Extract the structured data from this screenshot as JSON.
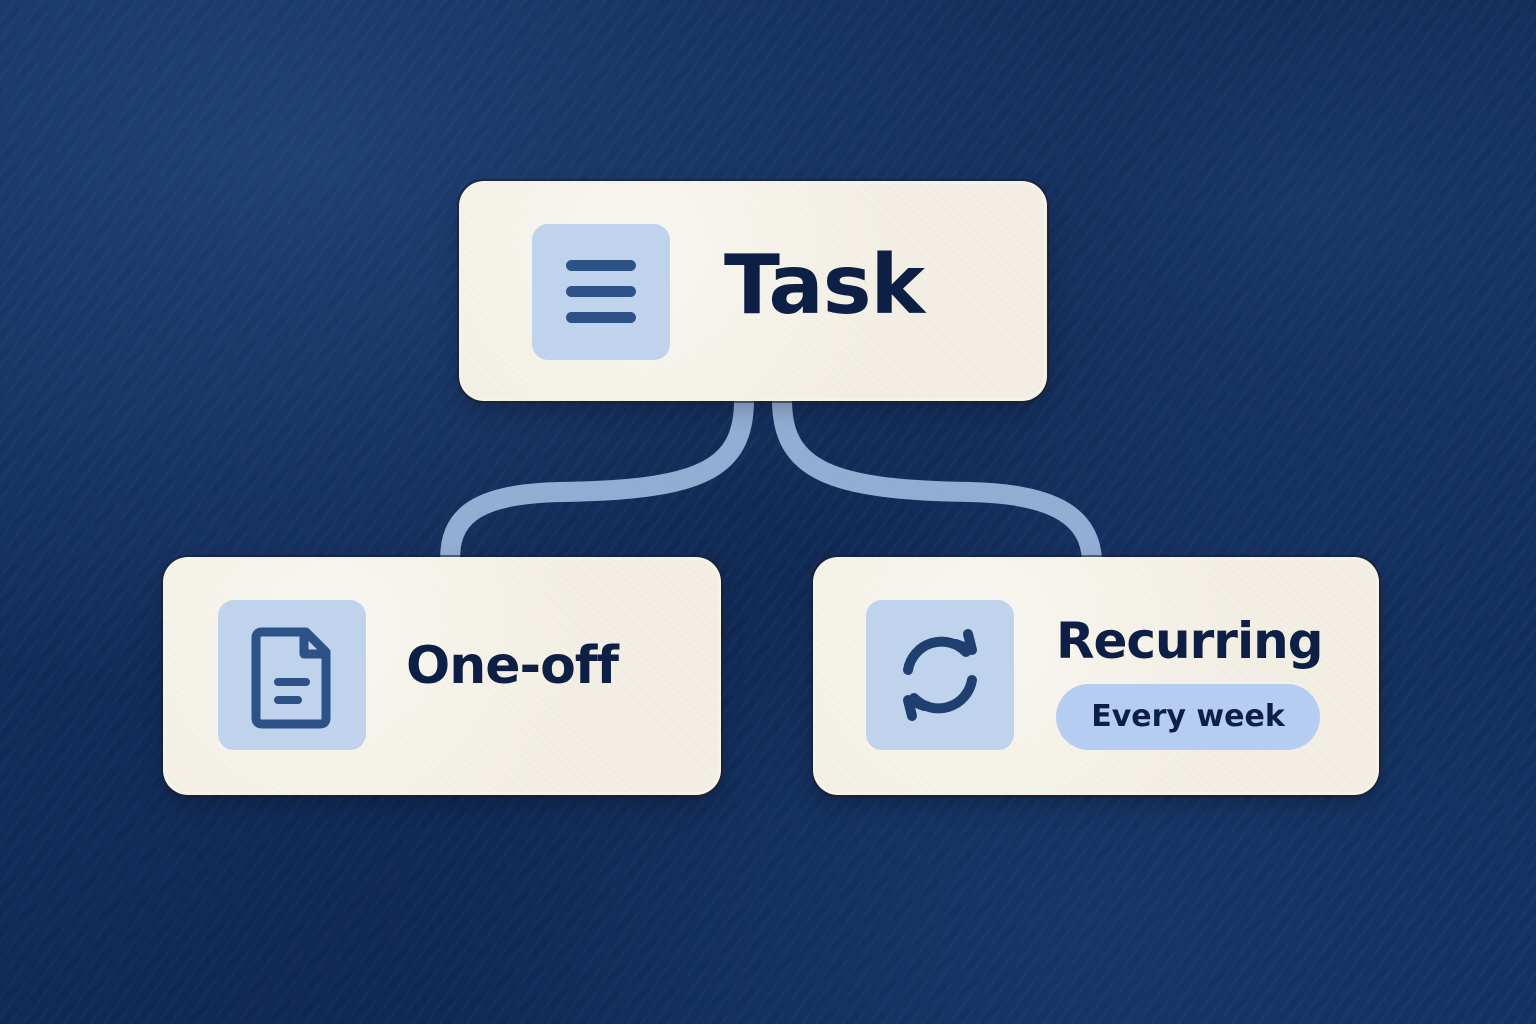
{
  "colors": {
    "background": "#0f2a52",
    "card": "#f3efe4",
    "icon_tile": "#bfd3ec",
    "badge": "#b5cdf0",
    "text": "#0d1f45",
    "connector": "#9db8dd"
  },
  "root": {
    "label": "Task",
    "icon": "menu-lines-icon"
  },
  "children": [
    {
      "label": "One-off",
      "icon": "document-icon"
    },
    {
      "label": "Recurring",
      "icon": "refresh-cycle-icon",
      "badge": "Every week"
    }
  ]
}
